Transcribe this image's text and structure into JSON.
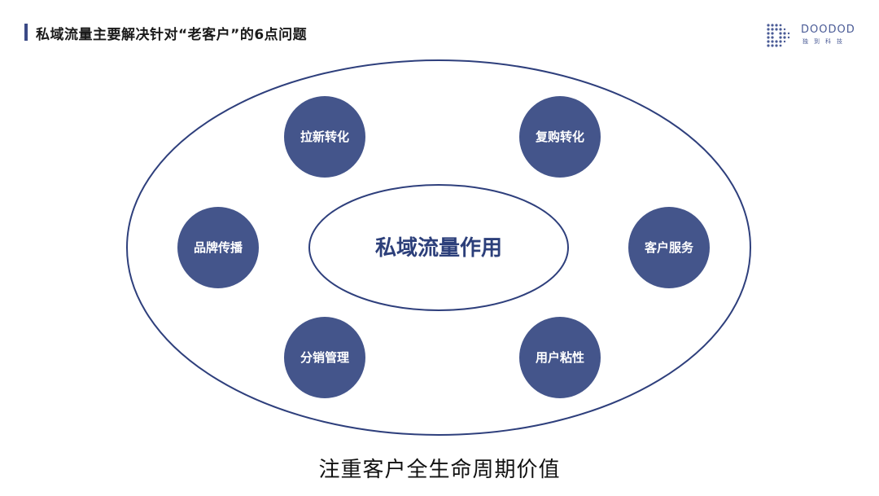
{
  "header": {
    "title": "私域流量主要解决针对“老客户”的6点问题"
  },
  "logo": {
    "name": "DOODOD",
    "subtitle": "独到科技"
  },
  "diagram": {
    "center": "私域流量作用",
    "nodes": [
      {
        "id": "lakin",
        "label": "拉新转化"
      },
      {
        "id": "fugou",
        "label": "复购转化"
      },
      {
        "id": "pinpai",
        "label": "品牌传播"
      },
      {
        "id": "kehu",
        "label": "客户服务"
      },
      {
        "id": "fenxiao",
        "label": "分销管理"
      },
      {
        "id": "yonghu",
        "label": "用户粘性"
      }
    ]
  },
  "footer": {
    "text": "注重客户全生命周期价值"
  },
  "colors": {
    "node_fill": "#44558b",
    "ellipse_stroke": "#2e3f7c",
    "accent": "#3b4a86"
  }
}
